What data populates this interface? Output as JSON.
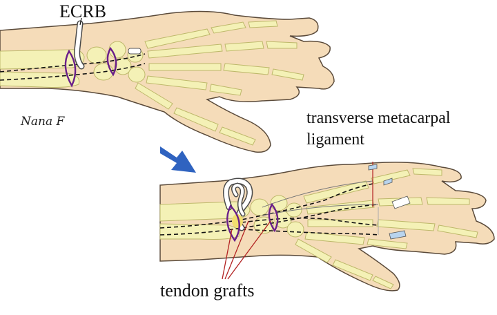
{
  "labels": {
    "ecrb": "ECRB",
    "ligament_line1": "transverse metacarpal",
    "ligament_line2": "ligament",
    "tendon_grafts": "tendon grafts"
  },
  "signature": "Nana F",
  "colors": {
    "skin": "#f5dcb9",
    "skin_outline": "#5a4a3a",
    "bone": "#f4f1b6",
    "bone_outline": "#bdb86a",
    "incision": "#6a1f8a",
    "tendon": "#ffffff",
    "tendon_fill_blue": "#b8d4ee",
    "arrow": "#2f63c0",
    "graft_yellow": "#f2df6e"
  }
}
